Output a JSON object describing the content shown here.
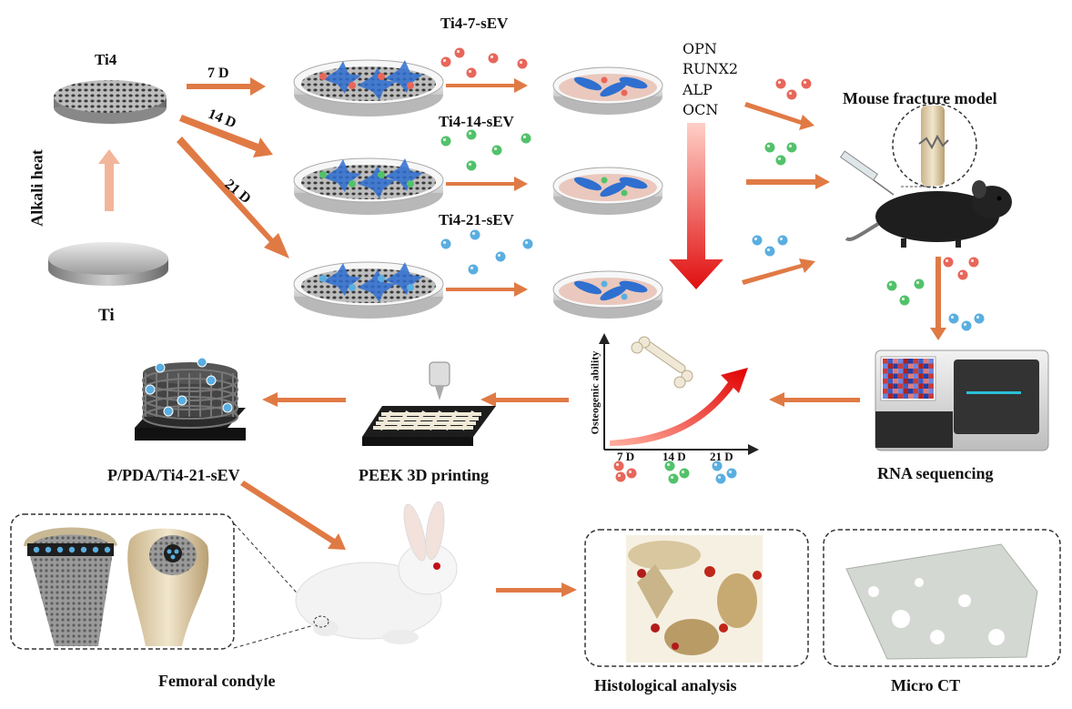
{
  "labels": {
    "ti4": "Ti4",
    "ti": "Ti",
    "alkali_heat": "Alkali heat",
    "day7": "7 D",
    "day14": "14 D",
    "day21": "21 D",
    "ev7": "Ti4-7-sEV",
    "ev14": "Ti4-14-sEV",
    "ev21": "Ti4-21-sEV",
    "markers": [
      "OPN",
      "RUNX2",
      "ALP",
      "OCN"
    ],
    "mouse_model": "Mouse fracture model",
    "rna_seq": "RNA sequencing",
    "osteogenic_ability": "Osteogenic ability",
    "axis_ticks": [
      "7 D",
      "14 D",
      "21 D"
    ],
    "peek": "PEEK 3D printing",
    "scaffold": "P/PDA/Ti4-21-sEV",
    "femoral": "Femoral condyle",
    "histology": "Histological analysis",
    "micro_ct": "Micro CT"
  },
  "colors": {
    "arrow": "#e07a45",
    "big_arrow": "#e21a1a",
    "ev7": "#e8665a",
    "ev14": "#52c26a",
    "ev21": "#5aaee0",
    "cell": "#2f6fd0"
  }
}
